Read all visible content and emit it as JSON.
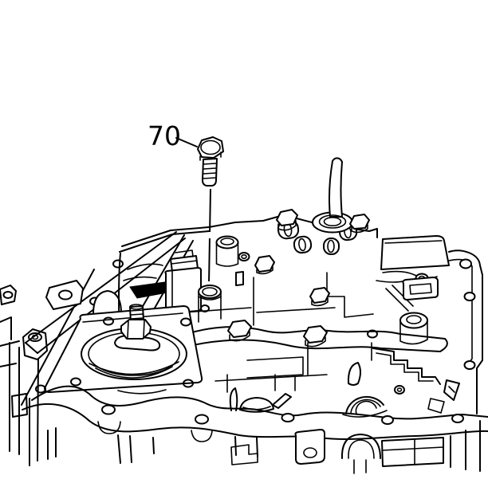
{
  "diagram": {
    "type": "technical-line-illustration",
    "subject": "transmission-valve-body-and-case",
    "callout": {
      "label": "70"
    },
    "colors": {
      "line": "#000000",
      "background": "#ffffff",
      "filled_pad": "#000000"
    }
  }
}
